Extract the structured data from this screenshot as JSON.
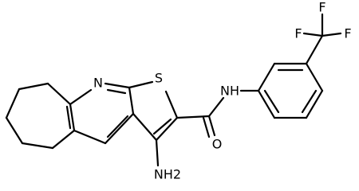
{
  "molecule": {
    "atoms": {
      "n_ring": "N",
      "s_ring": "S",
      "amide_nh": "NH",
      "carbonyl_o": "O",
      "amino": "NH2",
      "f_top": "F",
      "f_left": "F",
      "f_right": "F"
    }
  },
  "colors": {
    "bond": "#000000",
    "text": "#000000",
    "background": "#ffffff"
  }
}
